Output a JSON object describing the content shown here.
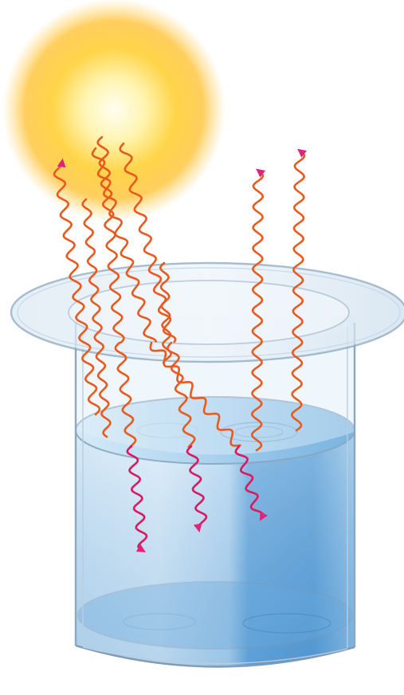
{
  "diagram": {
    "subject": "light-rays-entering-glass-of-water",
    "light_source": {
      "kind": "sun-glow"
    },
    "vessel": {
      "kind": "glass-beaker",
      "contents": "water"
    },
    "rays": {
      "reflected_count": 3,
      "transmitted_count": 3,
      "absorbed_count": 2
    },
    "colors": {
      "glow_core": "#fffbe6",
      "glow_mid": "#ffd54a",
      "glow_outer": "#ffb300",
      "ray_incoming": "#e85a1e",
      "ray_underwater": "#d81b60",
      "arrow_head": "#e0247a",
      "water_light": "#cfe6f7",
      "water_deep": "#5aa0d8",
      "glass_edge": "#8aa6c0"
    }
  }
}
